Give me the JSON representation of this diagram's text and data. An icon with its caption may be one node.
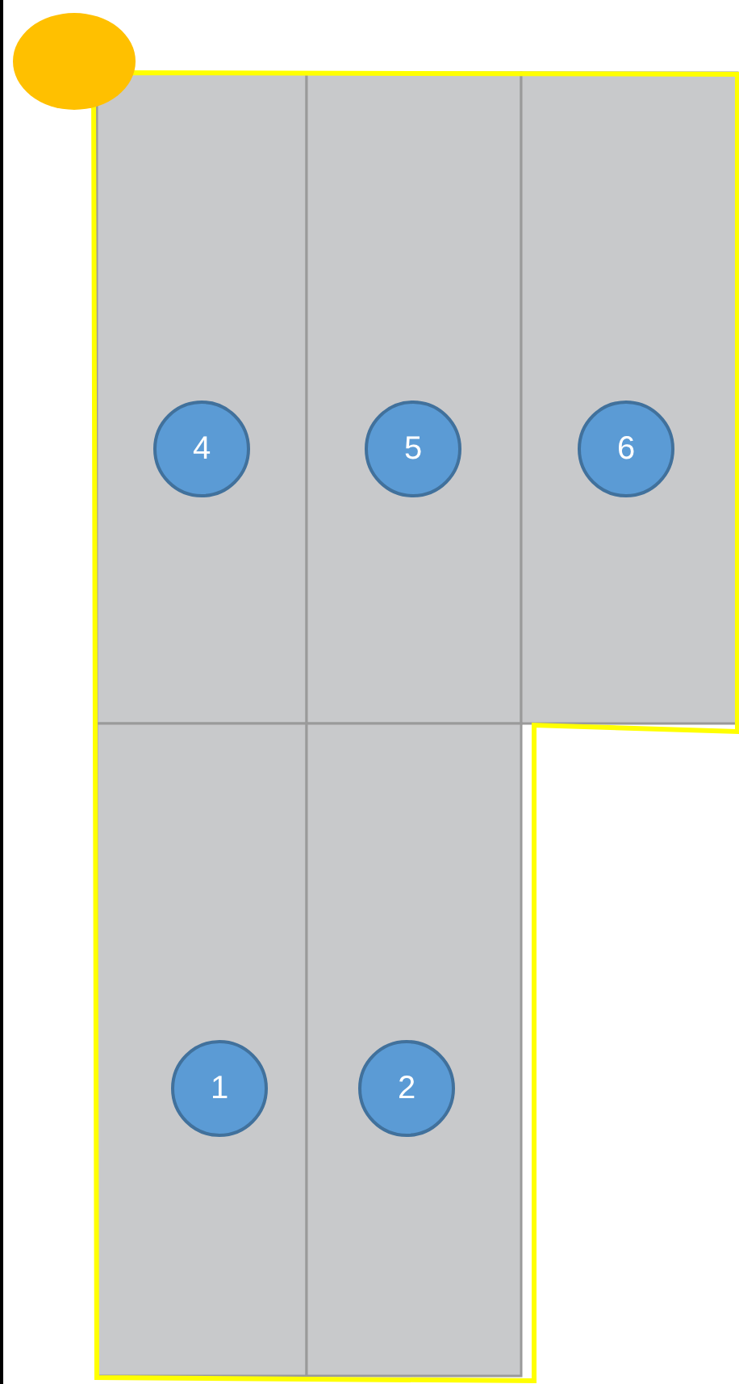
{
  "diagram": {
    "nodes": [
      {
        "text": [
          "4"
        ]
      },
      {
        "text": [
          "5"
        ]
      },
      {
        "text": [
          "6"
        ]
      },
      {
        "text": [
          "1"
        ]
      },
      {
        "text": [
          "2"
        ]
      }
    ]
  }
}
